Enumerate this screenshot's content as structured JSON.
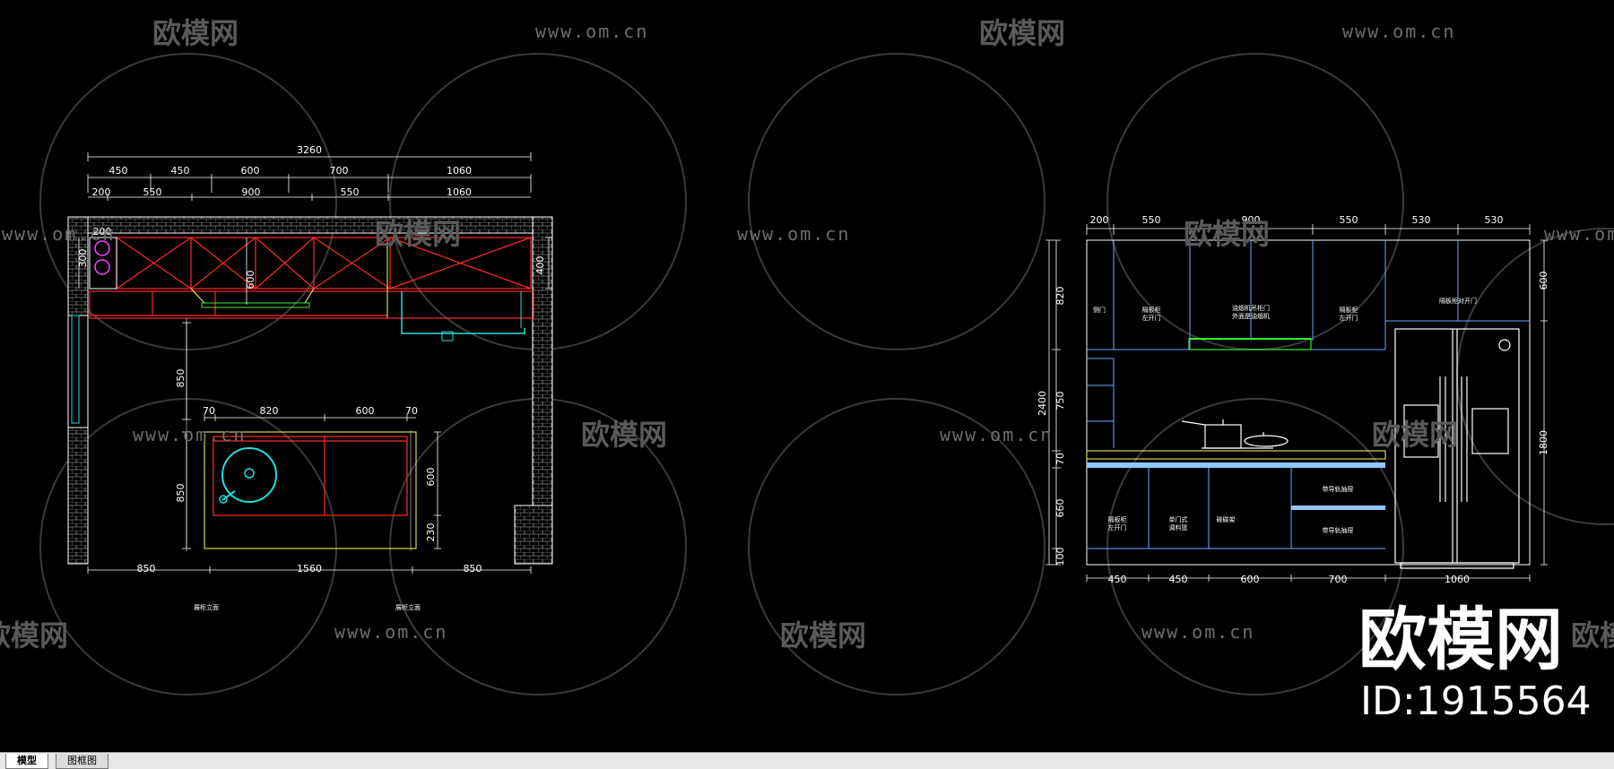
{
  "watermark": {
    "brand": "欧模网",
    "url": "www.om.cn",
    "id_label": "ID:1915564"
  },
  "tabs": [
    {
      "label": "模型"
    },
    {
      "label": "图框图"
    }
  ],
  "plan": {
    "dims_total": "3260",
    "dims_row1": [
      "450",
      "450",
      "600",
      "700",
      "1060"
    ],
    "dims_row2": [
      "200",
      "550",
      "900",
      "550",
      "1060"
    ],
    "dim_200": "200",
    "dim_300": "300",
    "dim_600": "600",
    "dim_400": "400",
    "dim_850a": "850",
    "dim_850b": "850",
    "island_top": [
      "70",
      "820",
      "600",
      "70"
    ],
    "island_600": "600",
    "island_230": "230",
    "island_sub": "230",
    "bottom": [
      "850",
      "1560",
      "850"
    ],
    "note_left": "展柜立面",
    "note_right": "展柜立面"
  },
  "elevation": {
    "top": [
      "200",
      "550",
      "900",
      "550",
      "530",
      "530"
    ],
    "left": [
      "820",
      "750",
      "70",
      "660",
      "100"
    ],
    "total_height": "2400",
    "right": [
      "600",
      "1800"
    ],
    "bottom": [
      "450",
      "450",
      "600",
      "700",
      "1060"
    ],
    "labels": {
      "door": "侧门",
      "upper1": "隔板柜\n左开门",
      "hood": "油烟机吊柜门\n外面是油烟机",
      "upper2": "隔板柜\n左开门",
      "upper3": "隔板柜对开门",
      "low1": "隔板柜\n左开门",
      "low2": "单门式\n调料篮",
      "low3": "碗碟架",
      "drawer1": "带导轨抽屉",
      "drawer2": "带导轨抽屉"
    }
  },
  "colors": {
    "wall": "#ffffff",
    "cabinet": "#ff2a2a",
    "counter": "#ffff55",
    "green": "#33ee33",
    "cyan": "#22dddd",
    "magenta": "#ff44ff",
    "blue": "#6fa8ff",
    "lightblue": "#8fc8ff"
  }
}
